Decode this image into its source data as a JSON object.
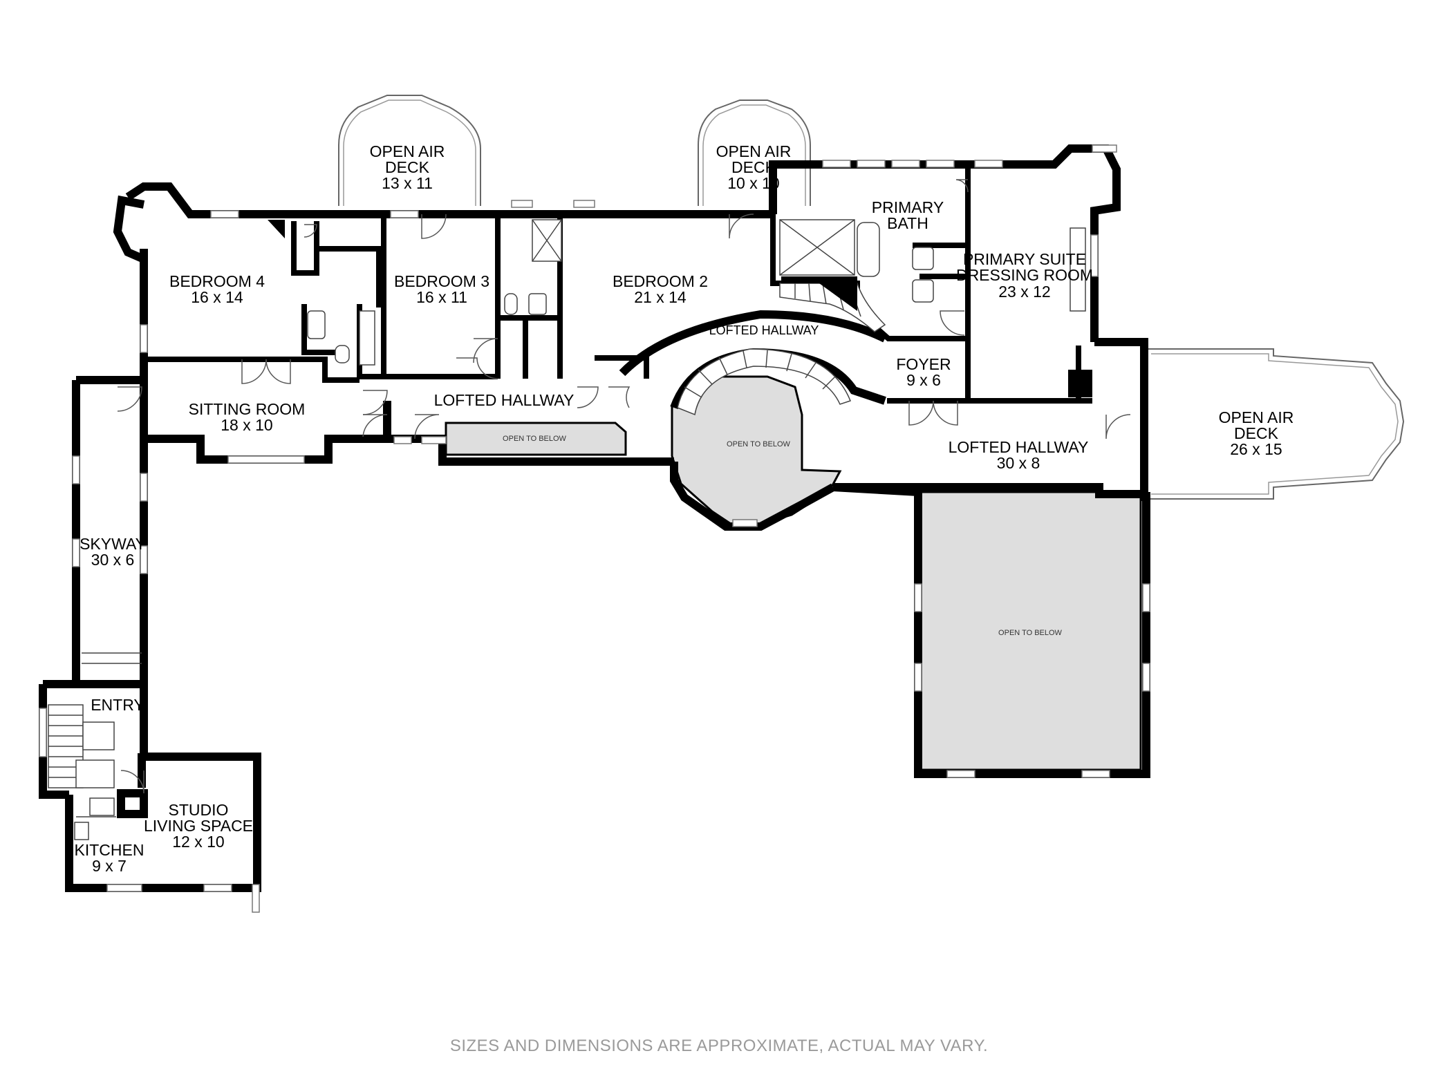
{
  "plan": {
    "rooms": [
      {
        "id": "deck-1",
        "name": "OPEN AIR\nDECK",
        "dims": "13 x 11"
      },
      {
        "id": "deck-2",
        "name": "OPEN AIR\nDECK",
        "dims": "10 x 10"
      },
      {
        "id": "primary-bath",
        "name": "PRIMARY\nBATH",
        "dims": ""
      },
      {
        "id": "dressing-room",
        "name": "PRIMARY SUITE\nDRESSING ROOM",
        "dims": "23 x 12"
      },
      {
        "id": "bedroom-4",
        "name": "BEDROOM 4",
        "dims": "16 x 14"
      },
      {
        "id": "bedroom-3",
        "name": "BEDROOM 3",
        "dims": "16 x 11"
      },
      {
        "id": "bedroom-2",
        "name": "BEDROOM 2",
        "dims": "21 x 14"
      },
      {
        "id": "lofted-hallway-curve",
        "name": "LOFTED HALLWAY",
        "dims": ""
      },
      {
        "id": "foyer",
        "name": "FOYER",
        "dims": "9 x 6"
      },
      {
        "id": "sitting-room",
        "name": "SITTING ROOM",
        "dims": "18 x 10"
      },
      {
        "id": "lofted-hallway-west",
        "name": "LOFTED HALLWAY",
        "dims": ""
      },
      {
        "id": "lofted-hallway-east",
        "name": "LOFTED HALLWAY",
        "dims": "30 x 8"
      },
      {
        "id": "deck-3",
        "name": "OPEN AIR\nDECK",
        "dims": "26 x 15"
      },
      {
        "id": "skyway",
        "name": "SKYWAY",
        "dims": "30 x 6"
      },
      {
        "id": "entry",
        "name": "ENTRY",
        "dims": ""
      },
      {
        "id": "studio",
        "name": "STUDIO\nLIVING SPACE",
        "dims": "12 x 10"
      },
      {
        "id": "kitchen",
        "name": "KITCHEN",
        "dims": "9 x 7"
      }
    ],
    "open_to_below": [
      {
        "id": "otb-west",
        "label": "OPEN TO BELOW"
      },
      {
        "id": "otb-rotunda",
        "label": "OPEN TO BELOW"
      },
      {
        "id": "otb-great-room",
        "label": "OPEN TO BELOW"
      }
    ]
  },
  "footer": {
    "disclaimer": "SIZES AND DIMENSIONS ARE APPROXIMATE, ACTUAL MAY VARY."
  },
  "colors": {
    "wall": "#000000",
    "void_fill": "#dedede",
    "disclaimer_text": "#9a9a9a"
  }
}
